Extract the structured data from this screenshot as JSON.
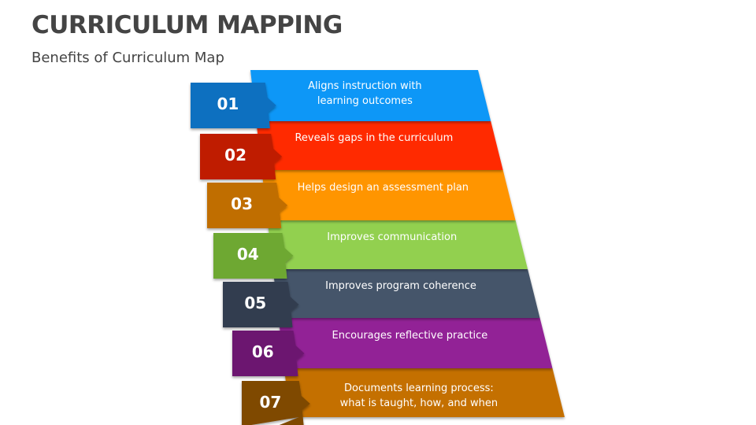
{
  "header": {
    "title": "CURRICULUM MAPPING",
    "subtitle": "Benefits of Curriculum Map"
  },
  "items": [
    {
      "number": "01",
      "text": "Aligns instruction with\nlearning outcomes",
      "color": "#0B97F7",
      "tab_color": "#0B70C0"
    },
    {
      "number": "02",
      "text": "Reveals gaps in the curriculum",
      "color": "#FF2A00",
      "tab_color": "#BF1E00"
    },
    {
      "number": "03",
      "text": "Helps design an assessment plan",
      "color": "#FF9500",
      "tab_color": "#C06E00"
    },
    {
      "number": "04",
      "text": "Improves communication",
      "color": "#92D050",
      "tab_color": "#6EA833"
    },
    {
      "number": "05",
      "text": "Improves program coherence",
      "color": "#44546A",
      "tab_color": "#323E4F"
    },
    {
      "number": "06",
      "text": "Encourages reflective practice",
      "color": "#922096",
      "tab_color": "#6C1870"
    },
    {
      "number": "07",
      "text": "Documents learning process:\nwhat is taught, how, and when",
      "color": "#C47000",
      "tab_color": "#7F4A00"
    }
  ]
}
